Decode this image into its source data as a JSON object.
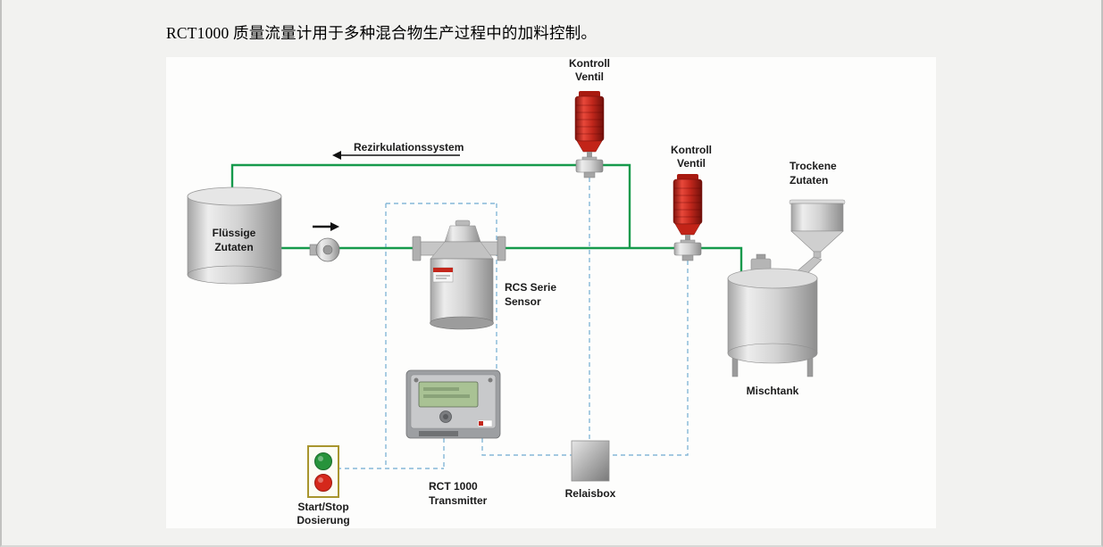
{
  "page": {
    "title": "RCT1000 质量流量计用于多种混合物生产过程中的加料控制。"
  },
  "diagram": {
    "labels": {
      "kontroll_ventil_top": [
        "Kontroll",
        "Ventil"
      ],
      "kontroll_ventil_right": [
        "Kontroll",
        "Ventil"
      ],
      "rezirkulationssystem": "Rezirkulationssystem",
      "trockene_zutaten": [
        "Trockene",
        "Zutaten"
      ],
      "fluessige_zutaten": [
        "Flüssige",
        "Zutaten"
      ],
      "rcs_serie_sensor": [
        "RCS Serie",
        "Sensor"
      ],
      "mischtank": "Mischtank",
      "rct1000_transmitter": [
        "RCT 1000",
        "Transmitter"
      ],
      "relaisbox": "Relaisbox",
      "start_stop_dosierung": [
        "Start/Stop",
        "Dosierung"
      ]
    },
    "colors": {
      "pipe_green": "#169a4c",
      "signal_blue": "#85b8d8",
      "valve_red": "#c1271c",
      "button_green": "#27933b",
      "button_red": "#d5281b"
    }
  }
}
